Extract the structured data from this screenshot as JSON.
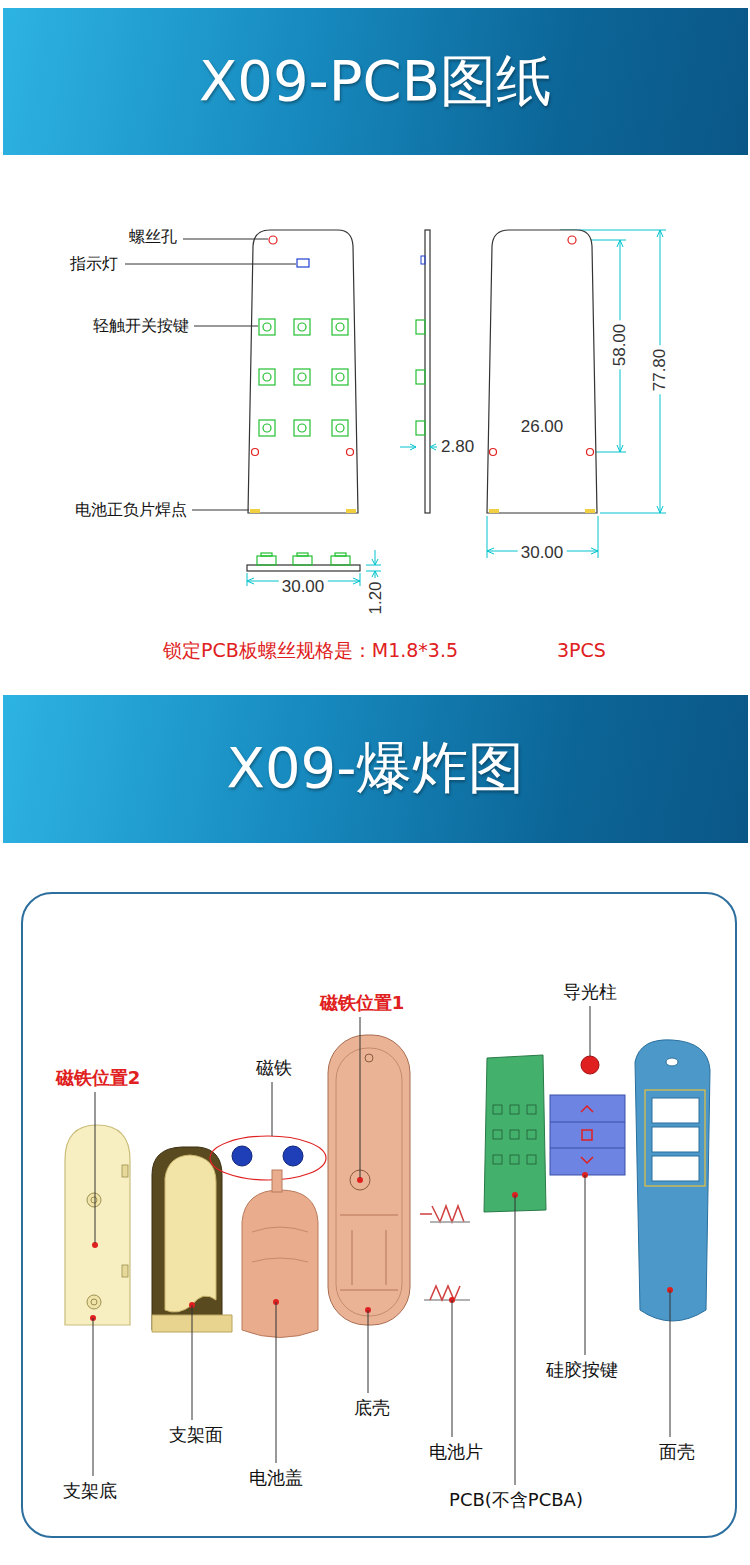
{
  "diagram": {
    "nodes": [
      {
        "text": [
          "X09-PCB图纸"
        ]
      },
      {
        "text": [
          "X09-爆炸图"
        ]
      }
    ],
    "labels": [
      "螺丝孔",
      "指示灯",
      "轻触开关按键",
      "电池正负片焊点",
      "2.80",
      "26.00",
      "58.00",
      "77.80",
      "30.00",
      "30.00",
      "1.20",
      "锁定PCB板螺丝规格是：M1.8*3.5",
      "3PCS",
      "磁铁位置1",
      "导光柱",
      "磁铁",
      "磁铁位置2",
      "支架面",
      "硅胶按键",
      "底壳",
      "面壳",
      "电池片",
      "电池盖",
      "支架底",
      "PCB(不含PCBA)"
    ]
  }
}
